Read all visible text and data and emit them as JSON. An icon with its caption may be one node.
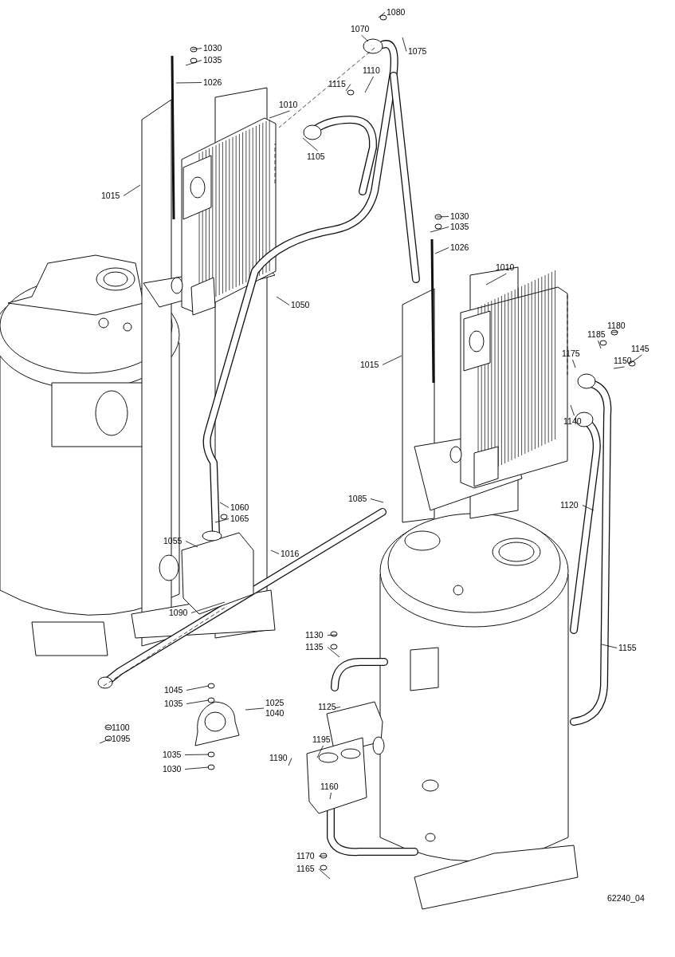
{
  "diagram": {
    "nodes": [
      {
        "text": [
          "1080"
        ]
      },
      {
        "text": [
          "1070"
        ]
      },
      {
        "text": [
          "1075"
        ]
      },
      {
        "text": [
          "1030"
        ]
      },
      {
        "text": [
          "1035"
        ]
      },
      {
        "text": [
          "1110"
        ]
      },
      {
        "text": [
          "1115"
        ]
      },
      {
        "text": [
          "1026"
        ]
      },
      {
        "text": [
          "1010"
        ]
      },
      {
        "text": [
          "1105"
        ]
      },
      {
        "text": [
          "1015"
        ]
      },
      {
        "text": [
          "1030"
        ]
      },
      {
        "text": [
          "1035"
        ]
      },
      {
        "text": [
          "1026"
        ]
      },
      {
        "text": [
          "1010"
        ]
      },
      {
        "text": [
          "1050"
        ]
      },
      {
        "text": [
          "1180"
        ]
      },
      {
        "text": [
          "1185"
        ]
      },
      {
        "text": [
          "1145"
        ]
      },
      {
        "text": [
          "1150"
        ]
      },
      {
        "text": [
          "1175"
        ]
      },
      {
        "text": [
          "1015"
        ]
      },
      {
        "text": [
          "1140"
        ]
      },
      {
        "text": [
          "1120"
        ]
      },
      {
        "text": [
          "1085"
        ]
      },
      {
        "text": [
          "1060"
        ]
      },
      {
        "text": [
          "1065"
        ]
      },
      {
        "text": [
          "1055"
        ]
      },
      {
        "text": [
          "1016"
        ]
      },
      {
        "text": [
          "1090"
        ]
      },
      {
        "text": [
          "1130"
        ]
      },
      {
        "text": [
          "1135"
        ]
      },
      {
        "text": [
          "1155"
        ]
      },
      {
        "text": [
          "1045"
        ]
      },
      {
        "text": [
          "1035"
        ]
      },
      {
        "text": [
          "1025",
          "1040"
        ]
      },
      {
        "text": [
          "1125"
        ]
      },
      {
        "text": [
          "1100"
        ]
      },
      {
        "text": [
          "1095"
        ]
      },
      {
        "text": [
          "1035"
        ]
      },
      {
        "text": [
          "1030"
        ]
      },
      {
        "text": [
          "1195"
        ]
      },
      {
        "text": [
          "1190"
        ]
      },
      {
        "text": [
          "1160"
        ]
      },
      {
        "text": [
          "1170"
        ]
      },
      {
        "text": [
          "1165"
        ]
      }
    ],
    "edges": [
      {
        "from": 0,
        "to": null,
        "arrow": "none"
      },
      {
        "from": 1,
        "to": null,
        "arrow": "none"
      },
      {
        "from": 2,
        "to": null,
        "arrow": "none"
      },
      {
        "from": 3,
        "to": null,
        "arrow": "none"
      },
      {
        "from": 4,
        "to": null,
        "arrow": "none"
      },
      {
        "from": 5,
        "to": null,
        "arrow": "none"
      },
      {
        "from": 6,
        "to": null,
        "arrow": "none"
      },
      {
        "from": 7,
        "to": null,
        "arrow": "none"
      },
      {
        "from": 8,
        "to": null,
        "arrow": "none"
      },
      {
        "from": 9,
        "to": null,
        "arrow": "none"
      },
      {
        "from": 10,
        "to": null,
        "arrow": "none"
      },
      {
        "from": 11,
        "to": null,
        "arrow": "none"
      },
      {
        "from": 12,
        "to": null,
        "arrow": "none"
      },
      {
        "from": 13,
        "to": null,
        "arrow": "none"
      },
      {
        "from": 14,
        "to": null,
        "arrow": "none"
      },
      {
        "from": 15,
        "to": null,
        "arrow": "none"
      },
      {
        "from": 16,
        "to": null,
        "arrow": "none"
      },
      {
        "from": 17,
        "to": null,
        "arrow": "none"
      },
      {
        "from": 18,
        "to": null,
        "arrow": "none"
      },
      {
        "from": 19,
        "to": null,
        "arrow": "none"
      },
      {
        "from": 20,
        "to": null,
        "arrow": "none"
      },
      {
        "from": 21,
        "to": null,
        "arrow": "none"
      },
      {
        "from": 22,
        "to": null,
        "arrow": "none"
      },
      {
        "from": 23,
        "to": null,
        "arrow": "none"
      },
      {
        "from": 24,
        "to": null,
        "arrow": "none"
      },
      {
        "from": 25,
        "to": null,
        "arrow": "none"
      },
      {
        "from": 26,
        "to": null,
        "arrow": "none"
      },
      {
        "from": 27,
        "to": null,
        "arrow": "none"
      },
      {
        "from": 28,
        "to": null,
        "arrow": "none"
      },
      {
        "from": 29,
        "to": null,
        "arrow": "none"
      },
      {
        "from": 30,
        "to": null,
        "arrow": "none"
      },
      {
        "from": 31,
        "to": null,
        "arrow": "none"
      },
      {
        "from": 32,
        "to": null,
        "arrow": "none"
      },
      {
        "from": 33,
        "to": null,
        "arrow": "none"
      },
      {
        "from": 34,
        "to": null,
        "arrow": "none"
      },
      {
        "from": 35,
        "to": null,
        "arrow": "none"
      },
      {
        "from": 36,
        "to": null,
        "arrow": "none"
      },
      {
        "from": 37,
        "to": null,
        "arrow": "none"
      },
      {
        "from": 38,
        "to": null,
        "arrow": "none"
      },
      {
        "from": 39,
        "to": null,
        "arrow": "none"
      },
      {
        "from": 40,
        "to": null,
        "arrow": "none"
      },
      {
        "from": 41,
        "to": null,
        "arrow": "none"
      },
      {
        "from": 42,
        "to": null,
        "arrow": "none"
      },
      {
        "from": 43,
        "to": null,
        "arrow": "none"
      },
      {
        "from": 44,
        "to": null,
        "arrow": "none"
      },
      {
        "from": 45,
        "to": null,
        "arrow": "none"
      }
    ],
    "labels": [
      "62240_04"
    ]
  }
}
